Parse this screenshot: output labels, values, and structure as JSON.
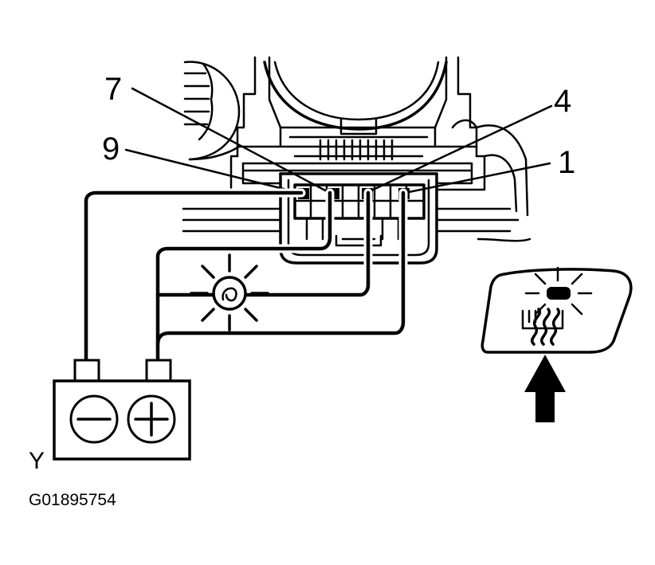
{
  "labels": {
    "pin_7": "7",
    "pin_9": "9",
    "pin_4": "4",
    "pin_1": "1",
    "polarity": "Y",
    "figure_code": "G01895754"
  },
  "icons": {
    "battery": "battery-icon",
    "negative_terminal": "minus-icon",
    "positive_terminal": "plus-icon",
    "lamp": "test-lamp-icon",
    "indicator_arrow": "arrow-up-icon"
  },
  "colors": {
    "line": "#000000",
    "background": "#ffffff"
  }
}
